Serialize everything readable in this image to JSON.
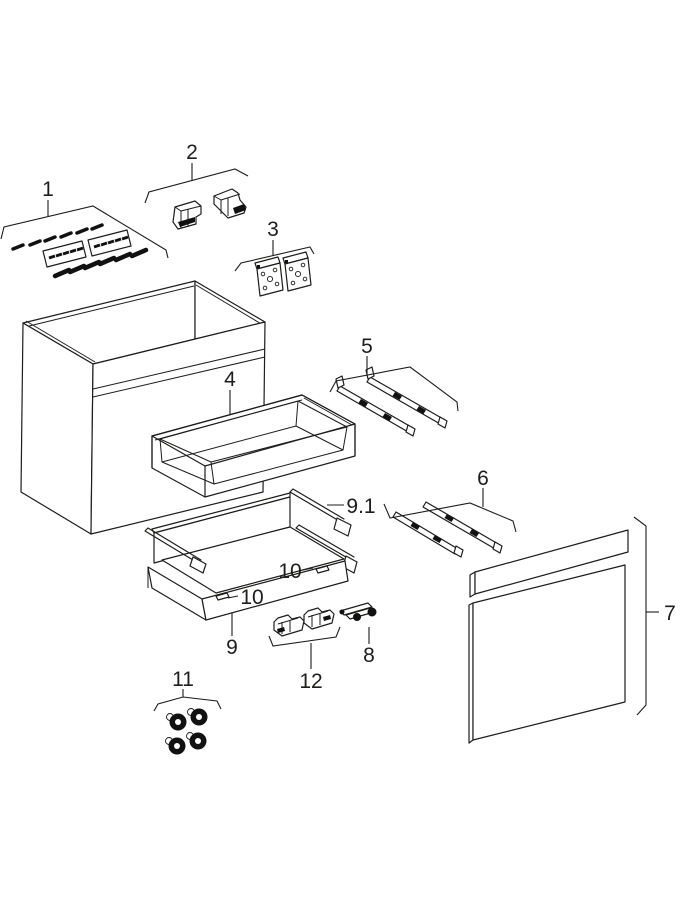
{
  "diagram": {
    "kind": "exploded-parts-diagram",
    "colors": {
      "line": "#1d1d1b",
      "background": "#ffffff",
      "detail_fill": "#111111"
    }
  },
  "callouts": {
    "c1": {
      "text": "1"
    },
    "c2": {
      "text": "2"
    },
    "c3": {
      "text": "3"
    },
    "c4": {
      "text": "4"
    },
    "c5": {
      "text": "5"
    },
    "c6": {
      "text": "6"
    },
    "c7": {
      "text": "7"
    },
    "c8": {
      "text": "8"
    },
    "c9": {
      "text": "9"
    },
    "c9_1": {
      "text": "9.1"
    },
    "c10_left": {
      "text": "10"
    },
    "c10_right": {
      "text": "10"
    },
    "c11": {
      "text": "11"
    },
    "c12": {
      "text": "12"
    }
  }
}
